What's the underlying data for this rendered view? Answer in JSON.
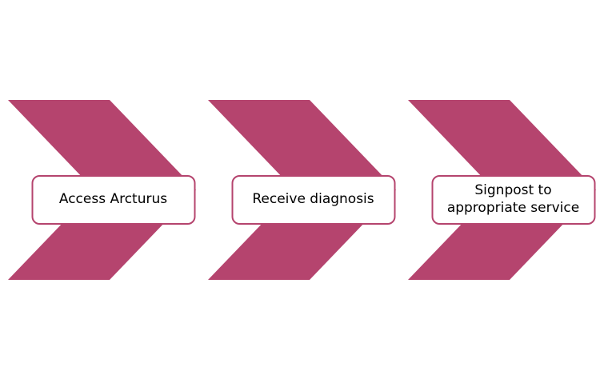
{
  "diagram": {
    "type": "chevron-process-flow",
    "steps": [
      {
        "label": "Access Arcturus"
      },
      {
        "label": "Receive diagnosis"
      },
      {
        "label": "Signpost to\nappropriate service"
      }
    ],
    "colors": {
      "chevron": "#b5446e",
      "box_border": "#b5446e",
      "box_background": "#ffffff",
      "text": "#000000",
      "background": "#ffffff"
    }
  }
}
